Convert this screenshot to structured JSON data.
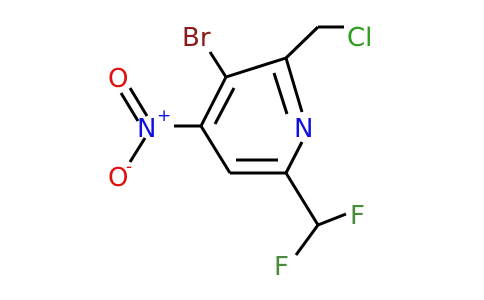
{
  "colors": {
    "bond": "#000000",
    "Br": "#8b1a1a",
    "Cl": "#2e9c1e",
    "N_ring": "#1010e0",
    "N_nitro": "#1010e0",
    "O": "#e01010",
    "F": "#4a8a3c"
  },
  "molecule": {
    "atoms": {
      "bromine": "Br",
      "chlorine": "Cl",
      "ring_nitrogen": "N",
      "nitro_nitrogen": "N",
      "nitro_nitrogen_charge": "+",
      "nitro_oxygen_top": "O",
      "nitro_oxygen_bottom": "O",
      "nitro_oxygen_bottom_charge": "-",
      "fluorine_right": "F",
      "fluorine_left": "F"
    }
  }
}
